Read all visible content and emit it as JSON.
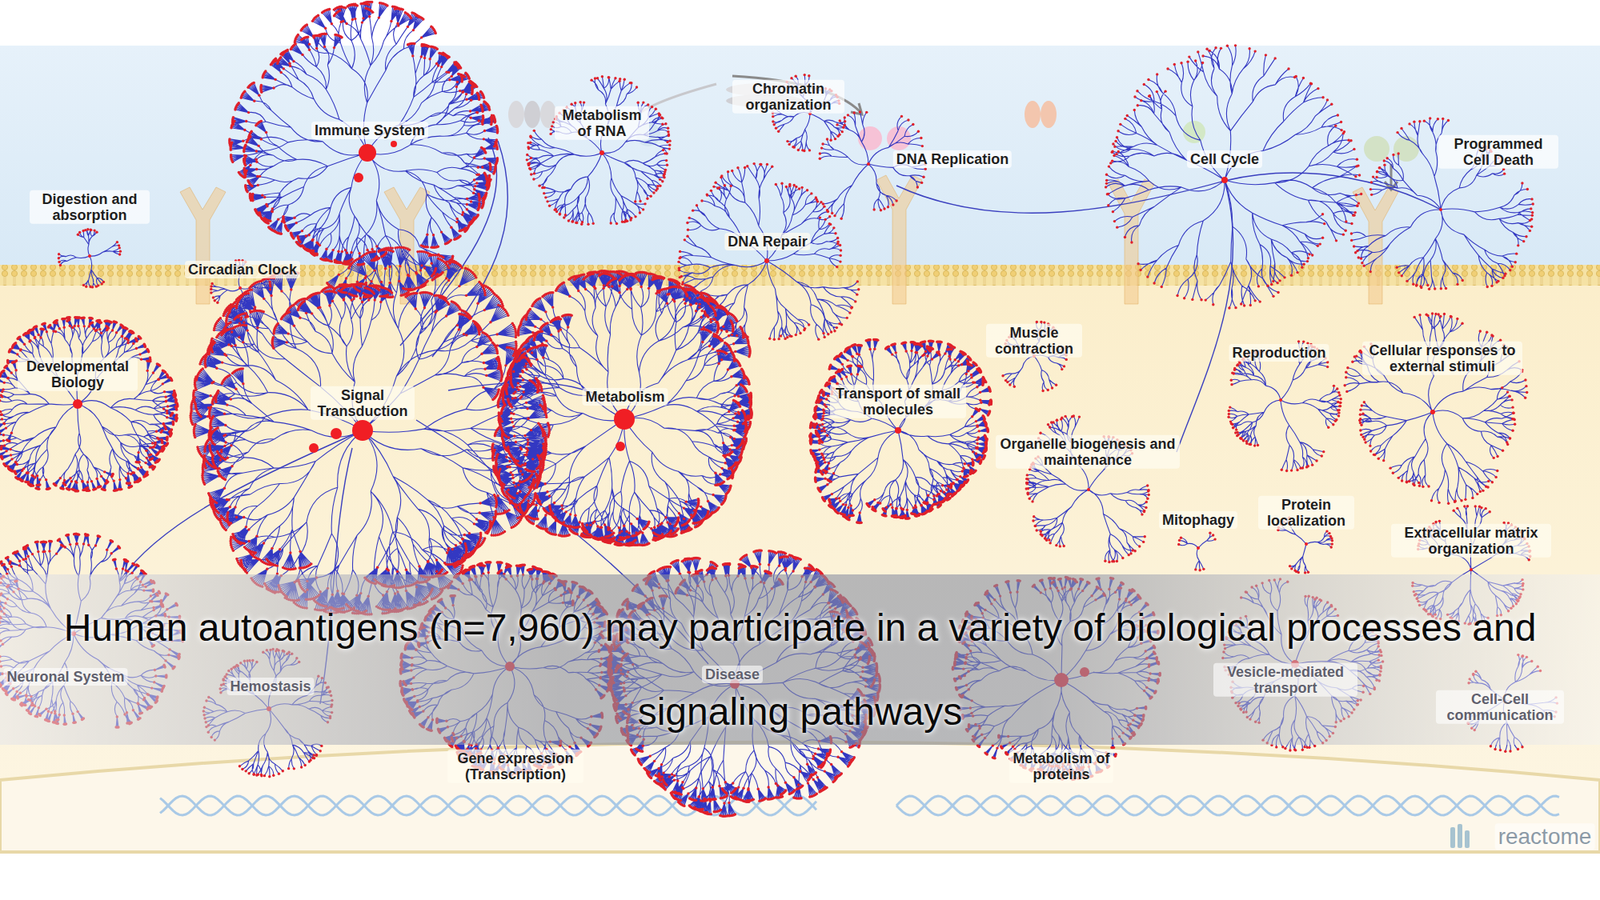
{
  "diagram": {
    "caption": "Human autoantigens (n=7,960) may participate in a variety of biological processes and signaling pathways",
    "labels": [
      "Immune System",
      "Metabolism of RNA",
      "Chromatin organization",
      "DNA Replication",
      "Cell Cycle",
      "Programmed Cell Death",
      "Digestion and absorption",
      "Circadian Clock",
      "DNA Repair",
      "Developmental Biology",
      "Signal Transduction",
      "Metabolism",
      "Muscle contraction",
      "Reproduction",
      "Cellular responses to external stimuli",
      "Transport of small molecules",
      "Organelle biogenesis and maintenance",
      "Mitophagy",
      "Protein localization",
      "Extracellular matrix organization",
      "Neuronal System",
      "Hemostasis",
      "Gene expression (Transcription)",
      "Disease",
      "Metabolism of proteins",
      "Vesicle-mediated transport",
      "Cell-Cell communication",
      "reactome"
    ]
  }
}
